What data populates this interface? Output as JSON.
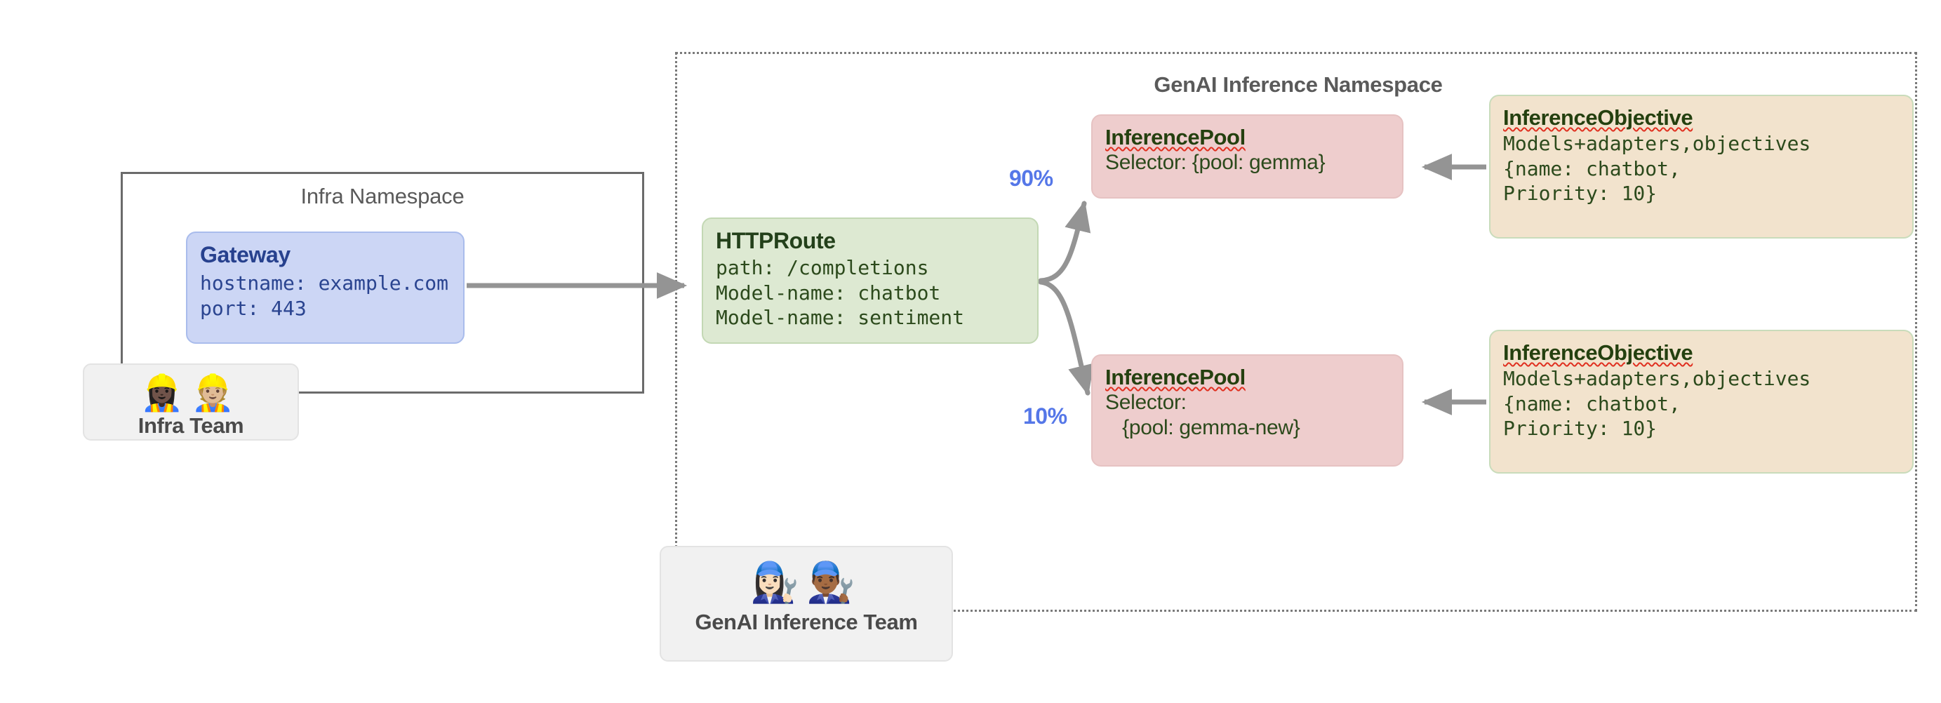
{
  "diagram": {
    "namespaces": [
      {
        "id": "infra",
        "title": "Infra Namespace",
        "border_style": "solid",
        "border_color": "#6b6b6b"
      },
      {
        "id": "genai",
        "title": "GenAI Inference Namespace",
        "border_style": "dotted",
        "border_color": "#7a7a7a"
      }
    ],
    "gateway": {
      "title": "Gateway",
      "lines": [
        "hostname: example.com",
        "port: 443"
      ],
      "bg_color": "#ccd6f5",
      "text_color": "#2a4490"
    },
    "httproute": {
      "title": "HTTPRoute",
      "lines": [
        "path: /completions",
        "Model-name: chatbot",
        "Model-name: sentiment"
      ],
      "bg_color": "#dde9d2",
      "text_color": "#2c4a1c"
    },
    "pools": [
      {
        "title": "InferencePool",
        "lines": [
          "Selector: {pool: gemma}"
        ],
        "bg_color": "#eecdcd",
        "text_color": "#2c4a1c",
        "weight_label": "90%"
      },
      {
        "title": "InferencePool",
        "lines": [
          "Selector:",
          "   {pool: gemma-new}"
        ],
        "bg_color": "#eecdcd",
        "text_color": "#2c4a1c",
        "weight_label": "10%"
      }
    ],
    "objectives": [
      {
        "title": "InferenceObjective",
        "lines": [
          "Models+adapters,objectives",
          "{name: chatbot,",
          "Priority: 10}"
        ],
        "bg_color": "#f2e3cd",
        "border_color": "#c9dcbb",
        "text_color": "#2c4a1c"
      },
      {
        "title": "InferenceObjective",
        "lines": [
          "Models+adapters,objectives",
          "{name: chatbot,",
          "Priority: 10}"
        ],
        "bg_color": "#f2e3cd",
        "border_color": "#c9dcbb",
        "text_color": "#2c4a1c"
      }
    ],
    "teams": [
      {
        "label": "Infra Team",
        "emojis": "👷🏿‍♀️👷🏼"
      },
      {
        "label": "GenAI Inference Team",
        "emojis": "👩🏻‍🔧👨🏾‍🔧"
      }
    ],
    "traffic_split": {
      "primary": "90%",
      "canary": "10%",
      "label_color": "#5577e8"
    },
    "arrow_color": "#949494"
  }
}
